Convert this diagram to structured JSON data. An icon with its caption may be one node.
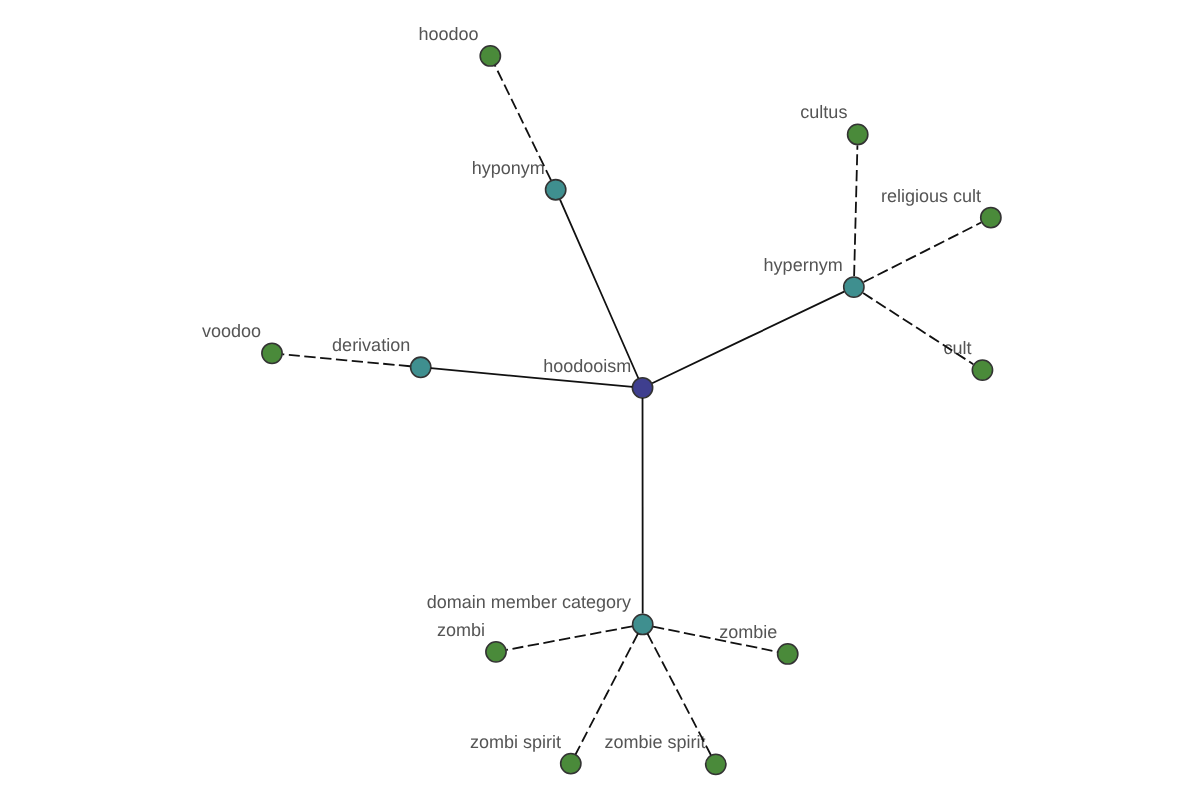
{
  "diagram": {
    "nodes": [
      {
        "text": [
          "hoodoo"
        ]
      },
      {
        "text": [
          "zombi"
        ]
      },
      {
        "text": [
          "zombie spirit"
        ]
      },
      {
        "text": [
          "hyponym"
        ]
      },
      {
        "text": [
          "domain member category"
        ]
      },
      {
        "text": [
          "zombi spirit"
        ]
      },
      {
        "text": [
          "zombie"
        ]
      },
      {
        "text": [
          "hoodooism"
        ]
      },
      {
        "text": [
          "derivation"
        ]
      },
      {
        "text": [
          "voodoo"
        ]
      },
      {
        "text": [
          "hypernym"
        ]
      },
      {
        "text": [
          "cultus"
        ]
      },
      {
        "text": [
          "cult"
        ]
      },
      {
        "text": [
          "religious cult"
        ]
      }
    ],
    "edges": [
      {
        "from": 7,
        "to": 3,
        "arrow": "none"
      },
      {
        "from": 7,
        "to": 4,
        "arrow": "none"
      },
      {
        "from": 7,
        "to": 8,
        "arrow": "none"
      },
      {
        "from": 7,
        "to": 10,
        "arrow": "none"
      },
      {
        "from": 3,
        "to": 0,
        "arrow": "none",
        "style": "dashed"
      },
      {
        "from": 4,
        "to": 1,
        "arrow": "none",
        "style": "dashed"
      },
      {
        "from": 4,
        "to": 2,
        "arrow": "none",
        "style": "dashed"
      },
      {
        "from": 4,
        "to": 5,
        "arrow": "none",
        "style": "dashed"
      },
      {
        "from": 4,
        "to": 6,
        "arrow": "none",
        "style": "dashed"
      },
      {
        "from": 8,
        "to": 9,
        "arrow": "none",
        "style": "dashed"
      },
      {
        "from": 10,
        "to": 11,
        "arrow": "none",
        "style": "dashed"
      },
      {
        "from": 10,
        "to": 12,
        "arrow": "none",
        "style": "dashed"
      },
      {
        "from": 10,
        "to": 13,
        "arrow": "none",
        "style": "dashed"
      }
    ]
  }
}
